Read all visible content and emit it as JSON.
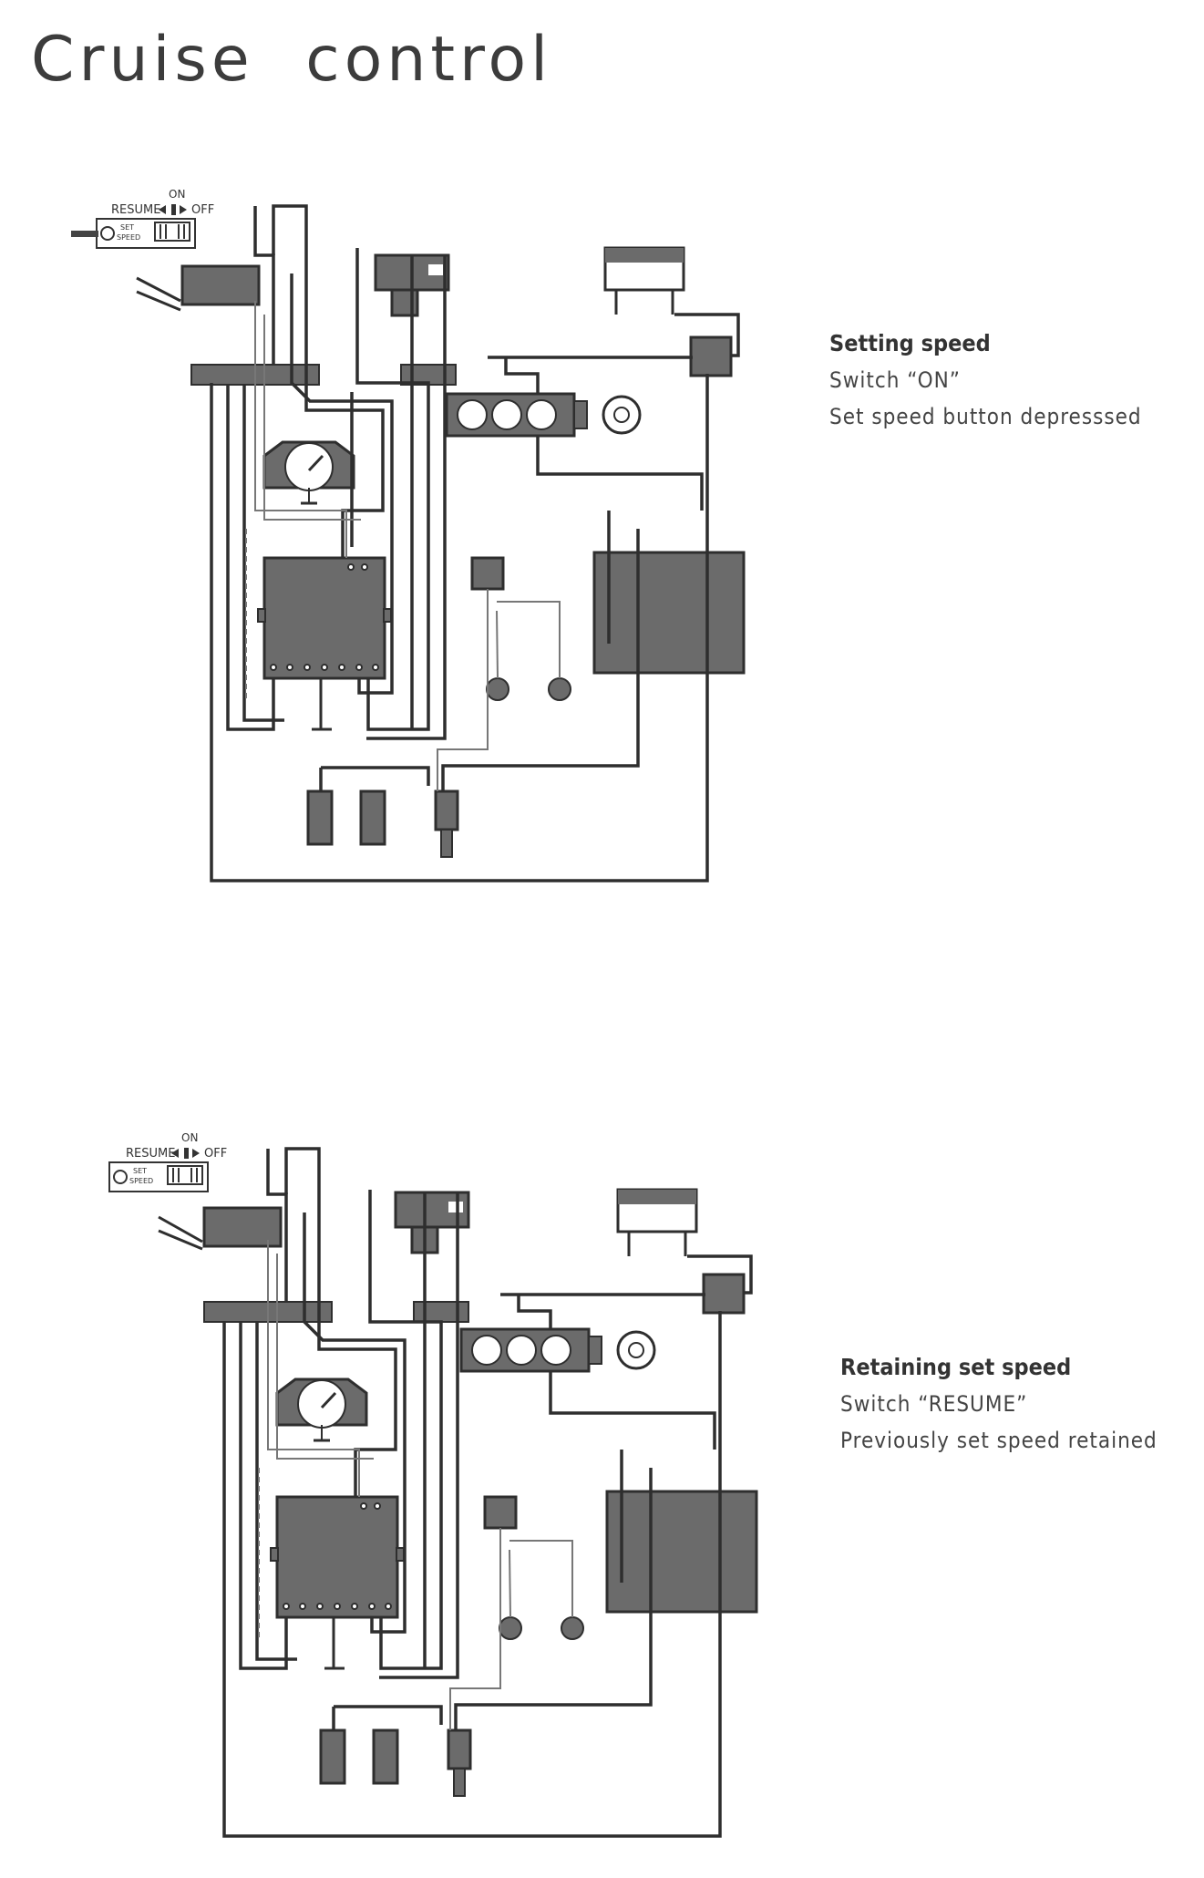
{
  "title": "Cruise control",
  "switch_labels": {
    "on": "ON",
    "resume": "RESUME",
    "off": "OFF",
    "set": "SET",
    "speed": "SPEED"
  },
  "panels": [
    {
      "heading": "Setting speed",
      "lines": [
        "Switch “ON”",
        "Set speed button depresssed"
      ]
    },
    {
      "heading": "Retaining set speed",
      "lines": [
        "Switch “RESUME”",
        "Previously set speed retained"
      ]
    }
  ],
  "colors": {
    "component_fill": "#6b6b6b",
    "wire": "#2e2e2e",
    "thin_wire": "#777777"
  }
}
